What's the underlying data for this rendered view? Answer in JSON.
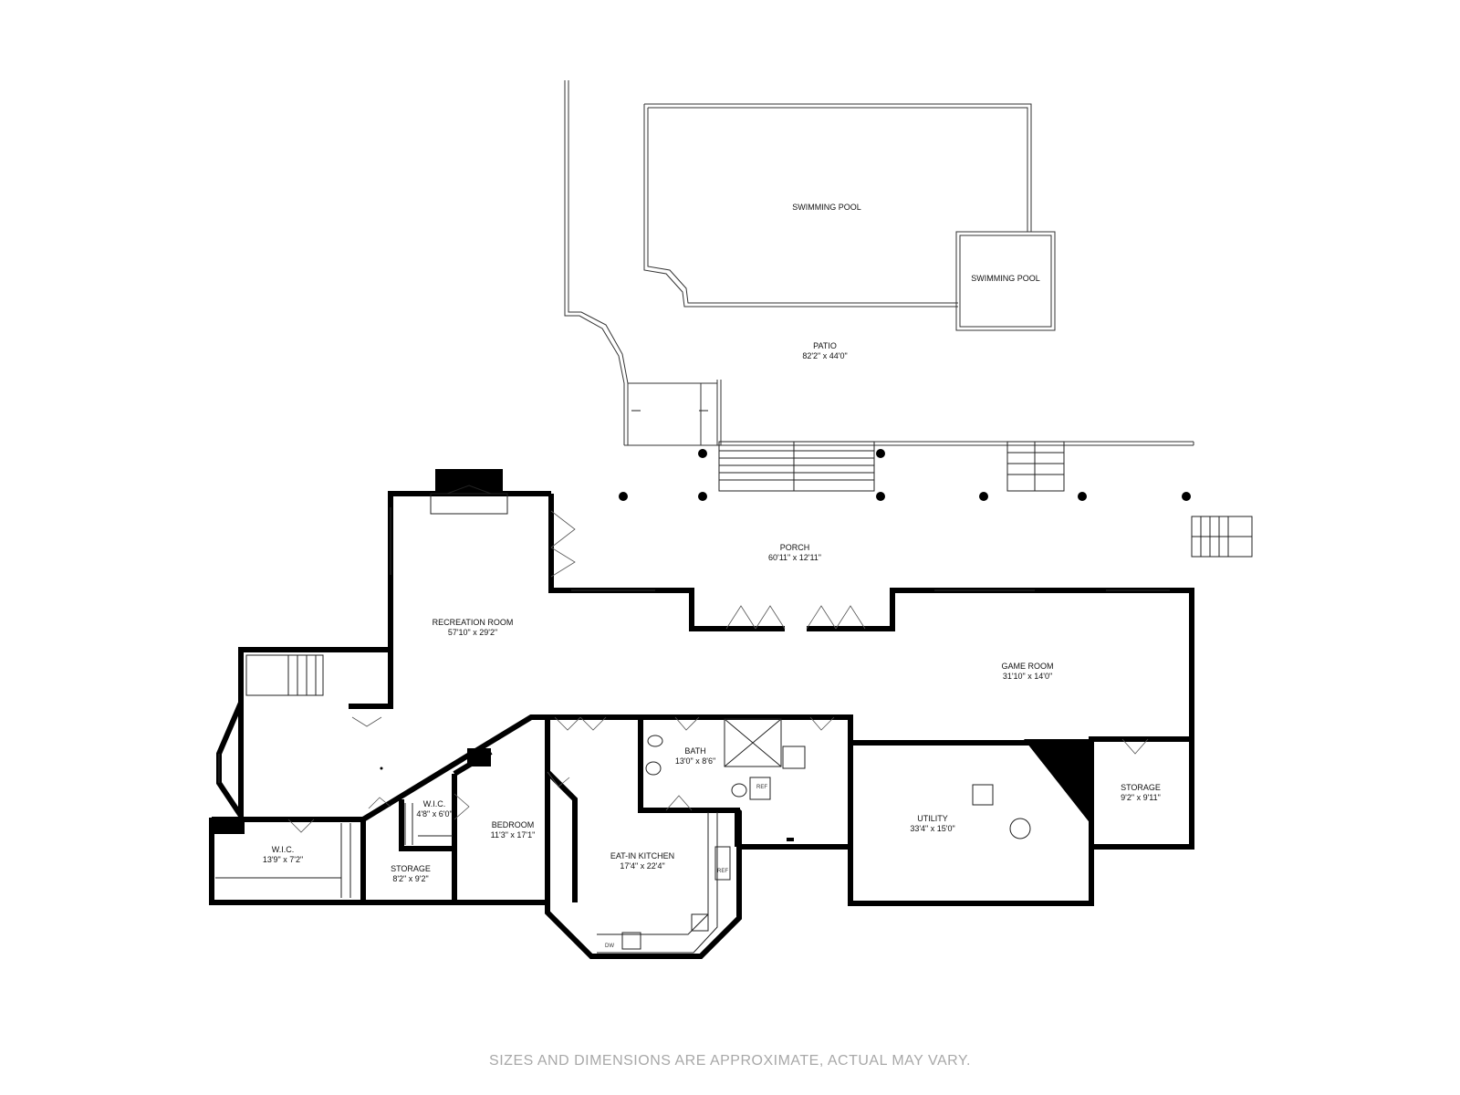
{
  "rooms": {
    "swimming_pool_main": {
      "name": "SWIMMING POOL"
    },
    "swimming_pool_spa": {
      "name": "SWIMMING POOL"
    },
    "patio": {
      "name": "PATIO",
      "dims": "82'2\" x 44'0\""
    },
    "porch": {
      "name": "PORCH",
      "dims": "60'11\" x 12'11\""
    },
    "recreation_room": {
      "name": "RECREATION ROOM",
      "dims": "57'10\" x 29'2\""
    },
    "game_room": {
      "name": "GAME ROOM",
      "dims": "31'10\" x 14'0\""
    },
    "bath": {
      "name": "BATH",
      "dims": "13'0\" x 8'6\""
    },
    "storage_right": {
      "name": "STORAGE",
      "dims": "9'2\" x 9'11\""
    },
    "utility": {
      "name": "UTILITY",
      "dims": "33'4\" x 15'0\""
    },
    "wic_small": {
      "name": "W.I.C.",
      "dims": "4'8\" x 6'0\""
    },
    "bedroom": {
      "name": "BEDROOM",
      "dims": "11'3\" x 17'1\""
    },
    "eat_in_kitchen": {
      "name": "EAT-IN KITCHEN",
      "dims": "17'4\" x 22'4\""
    },
    "wic_large": {
      "name": "W.I.C.",
      "dims": "13'9\" x 7'2\""
    },
    "storage_left": {
      "name": "STORAGE",
      "dims": "8'2\" x 9'2\""
    }
  },
  "fixtures": {
    "ref_label": "REF",
    "dw_label": "DW"
  },
  "disclaimer": "SIZES AND DIMENSIONS ARE APPROXIMATE, ACTUAL MAY VARY."
}
